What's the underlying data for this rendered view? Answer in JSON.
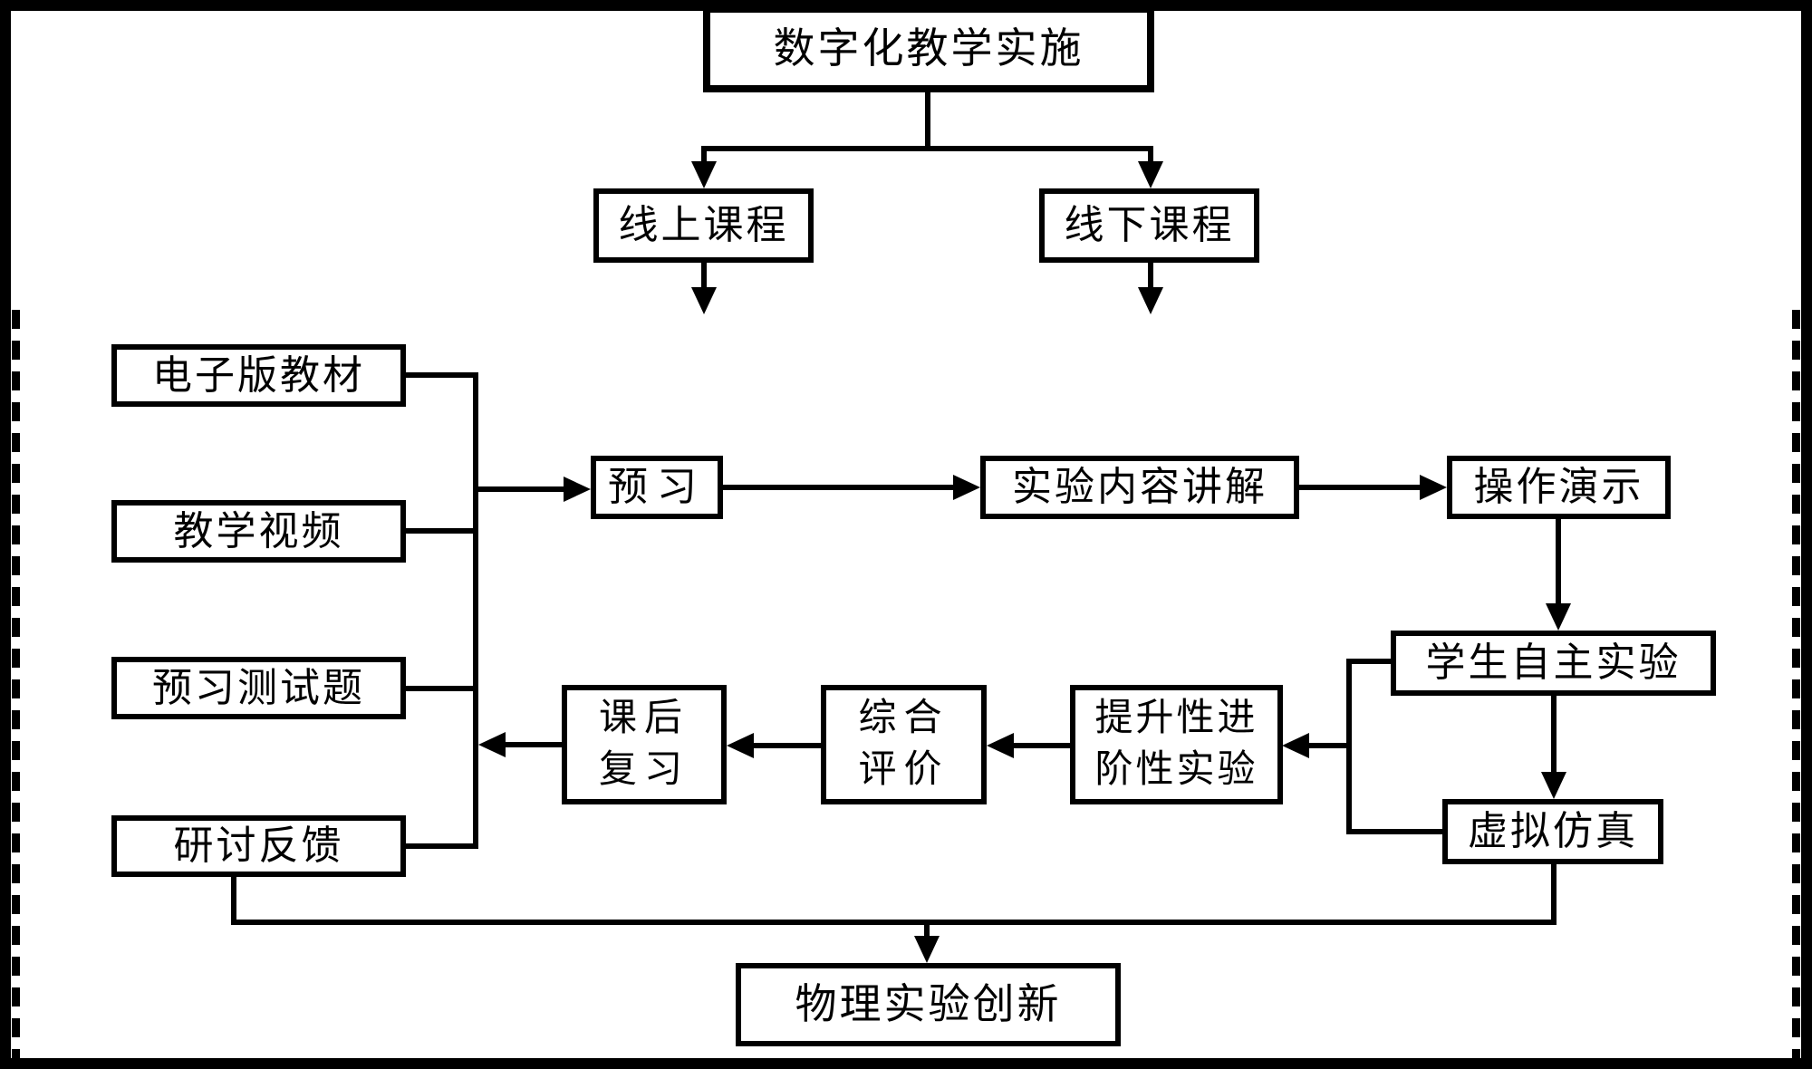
{
  "diagram": {
    "nodes": {
      "implementation": "数字化教学实施",
      "online_course": "线上课程",
      "offline_course": "线下课程",
      "ebook": "电子版教材",
      "teaching_video": "教学视频",
      "preview_quiz": "预习测试题",
      "discussion_feedback": "研讨反馈",
      "preview": "预习",
      "experiment_lecture": "实验内容讲解",
      "operation_demo": "操作演示",
      "student_experiment": "学生自主实验",
      "virtual_simulation": "虚拟仿真",
      "advanced_experiment": "提升性进\n阶性实验",
      "comprehensive_evaluation": "综合\n评价",
      "after_class_review": "课后\n复习",
      "physics_innovation": "物理实验创新"
    },
    "colors": {
      "line": "#000000",
      "background": "#ffffff"
    }
  }
}
